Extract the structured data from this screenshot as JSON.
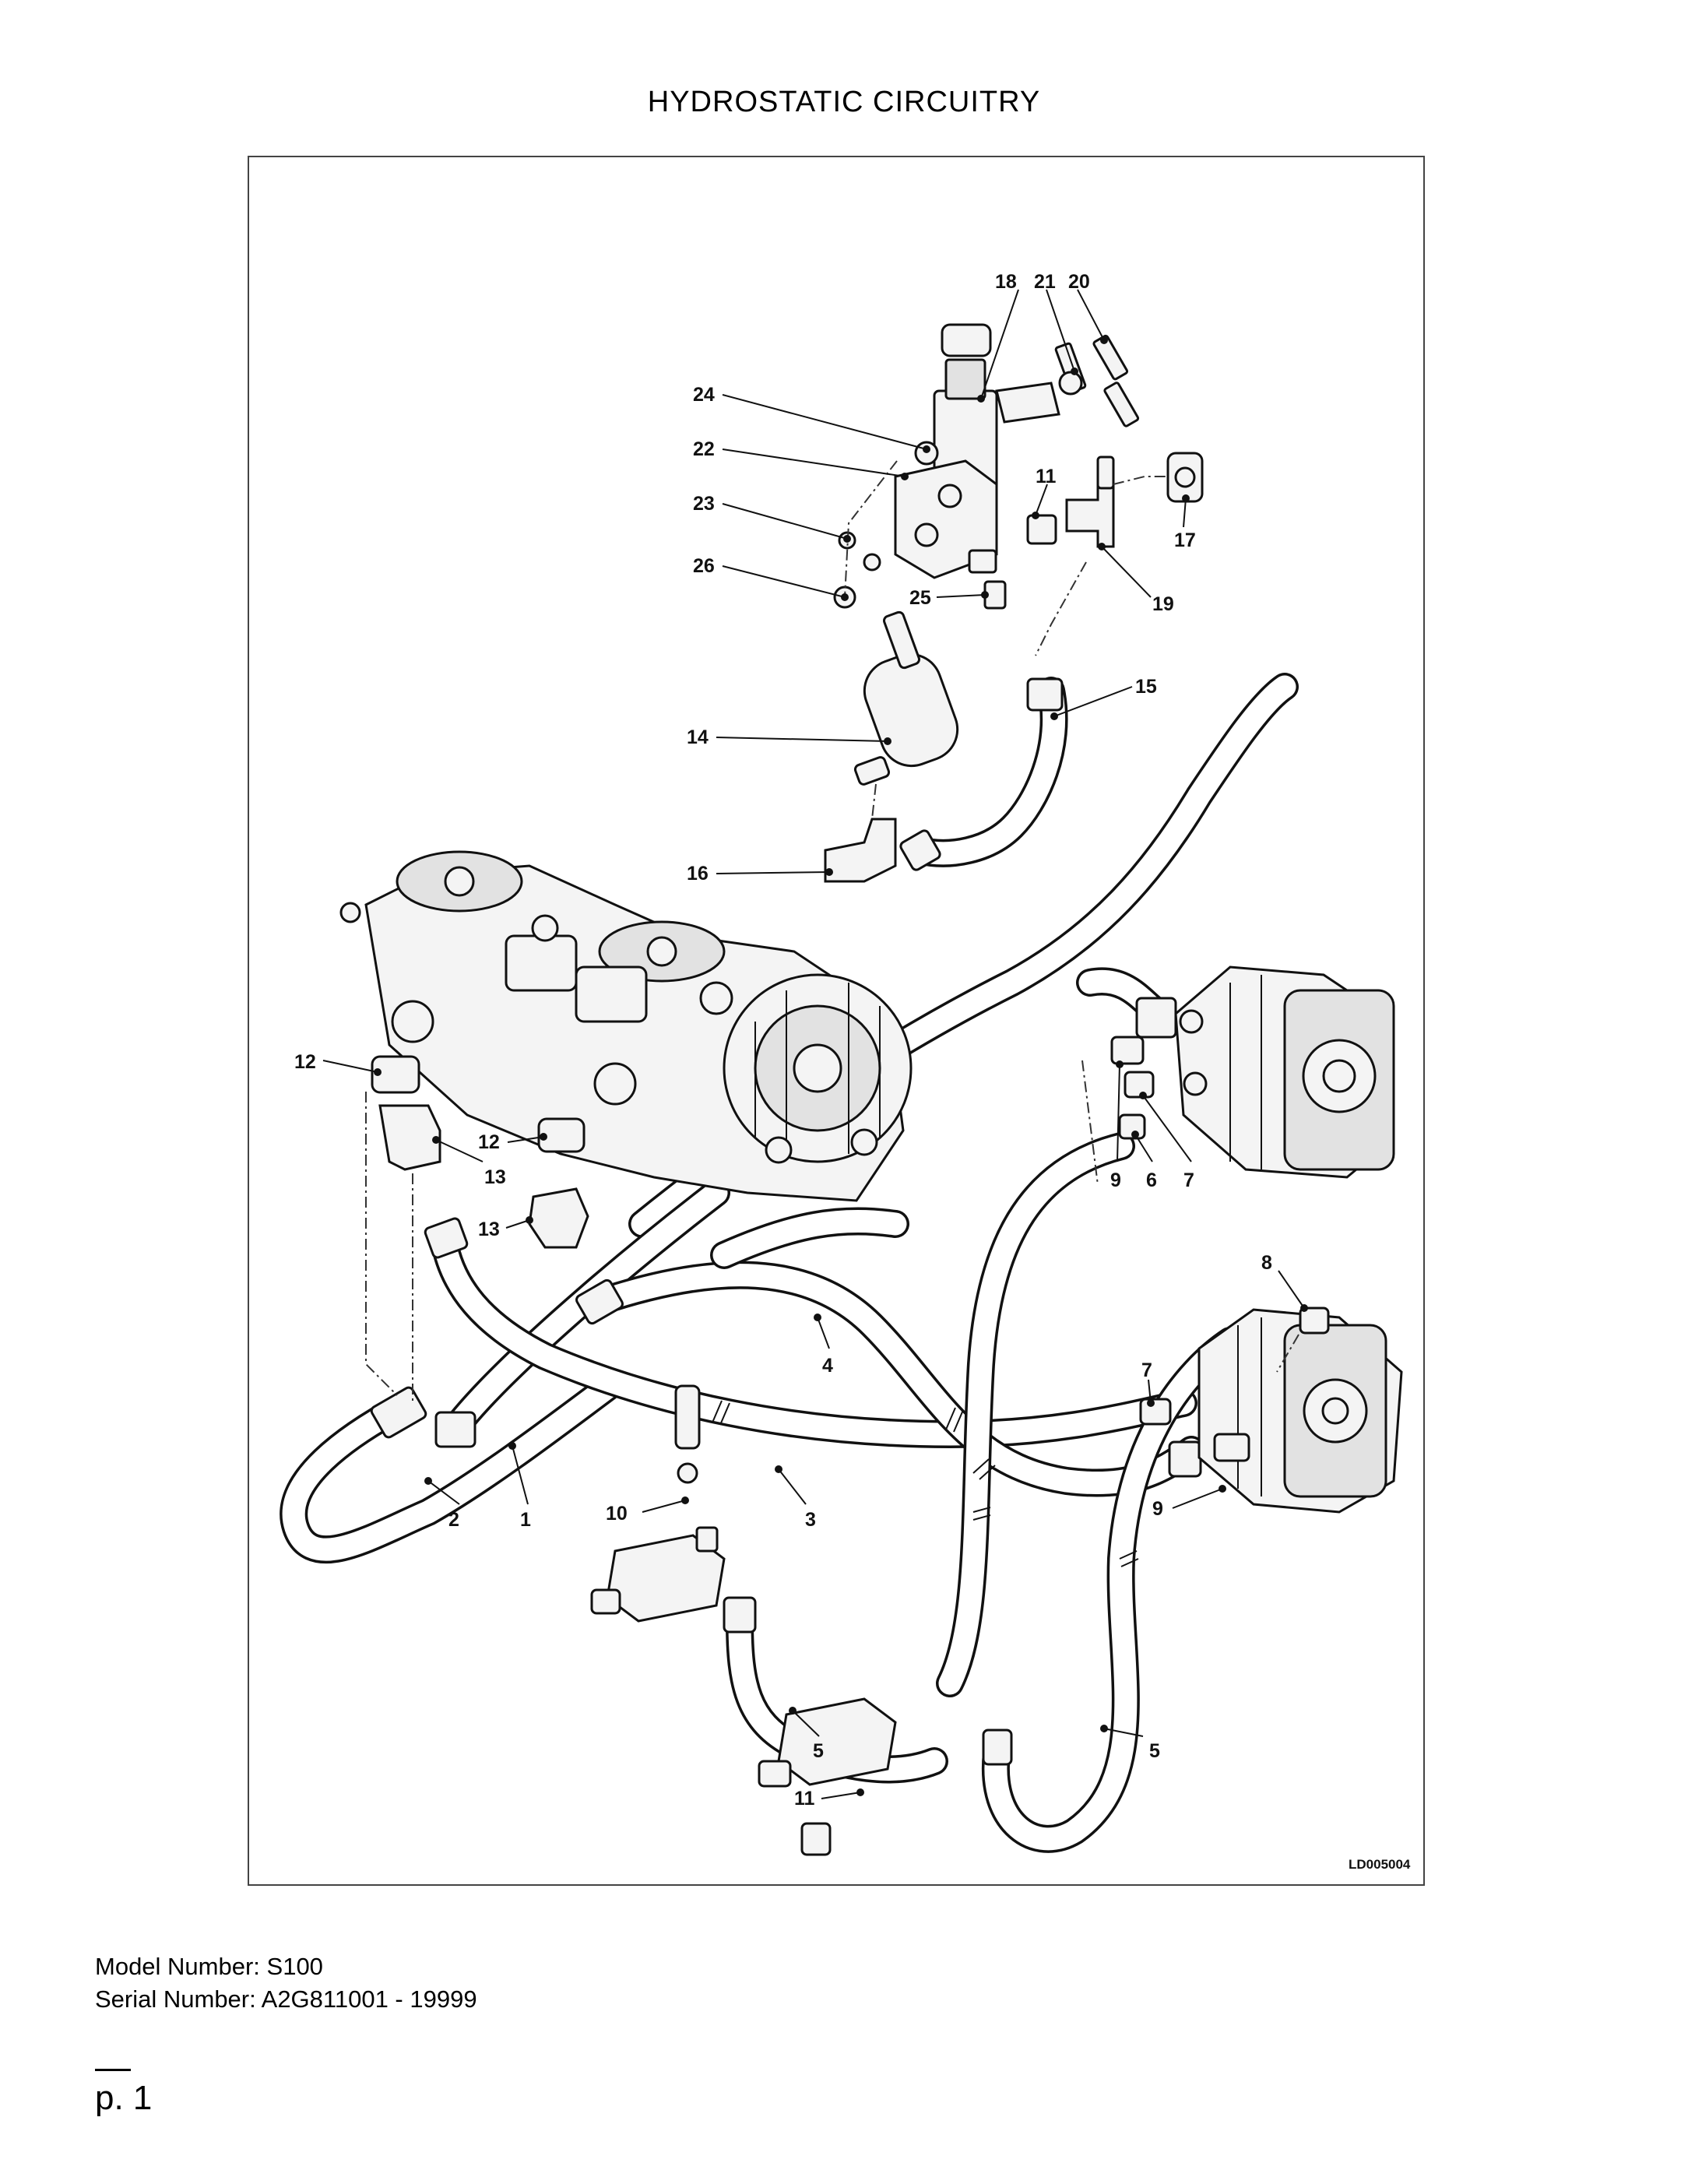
{
  "page": {
    "title": "HYDROSTATIC CIRCUITRY",
    "model_number": "Model Number: S100",
    "serial_number": "Serial Number: A2G811001 - 19999",
    "page_number": "p. 1"
  },
  "diagram": {
    "drawing_code": "LD005004",
    "callouts": [
      "18",
      "21",
      "20",
      "24",
      "22",
      "11",
      "17",
      "23",
      "26",
      "25",
      "19",
      "15",
      "14",
      "16",
      "12",
      "12",
      "13",
      "13",
      "9",
      "6",
      "7",
      "8",
      "4",
      "7",
      "2",
      "1",
      "10",
      "3",
      "9",
      "5",
      "5",
      "11"
    ]
  }
}
